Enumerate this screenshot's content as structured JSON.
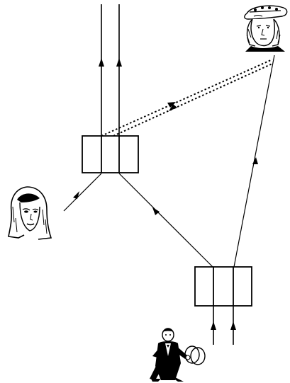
{
  "diagram": {
    "background": "#ffffff",
    "stroke_color": "#000000",
    "elements": [
      {
        "name": "upper-detector-box",
        "kind": "three-cell-box"
      },
      {
        "name": "lower-detector-box",
        "kind": "three-cell-box"
      },
      {
        "name": "king-figure",
        "kind": "illustration",
        "icon": "king-with-hat-icon"
      },
      {
        "name": "woman-figure",
        "kind": "illustration",
        "icon": "woman-portrait-icon"
      },
      {
        "name": "magician-figure",
        "kind": "illustration",
        "icon": "magician-with-rings-icon"
      }
    ],
    "connections": [
      {
        "name": "input-beam-left",
        "style": "solid",
        "direction": "up"
      },
      {
        "name": "input-beam-right",
        "style": "solid",
        "direction": "up"
      },
      {
        "name": "lower-box-to-upper-box",
        "style": "solid",
        "direction": "up-left"
      },
      {
        "name": "lower-box-to-king",
        "style": "solid",
        "direction": "up-right"
      },
      {
        "name": "woman-to-upper-box",
        "style": "solid",
        "direction": "up-right"
      },
      {
        "name": "king-to-upper-box-dotted-1",
        "style": "dotted",
        "direction": "toward-king"
      },
      {
        "name": "king-to-upper-box-dotted-2",
        "style": "dotted",
        "direction": "toward-box"
      },
      {
        "name": "output-beam-left",
        "style": "solid",
        "direction": "up"
      },
      {
        "name": "output-beam-right",
        "style": "solid",
        "direction": "up"
      }
    ]
  }
}
